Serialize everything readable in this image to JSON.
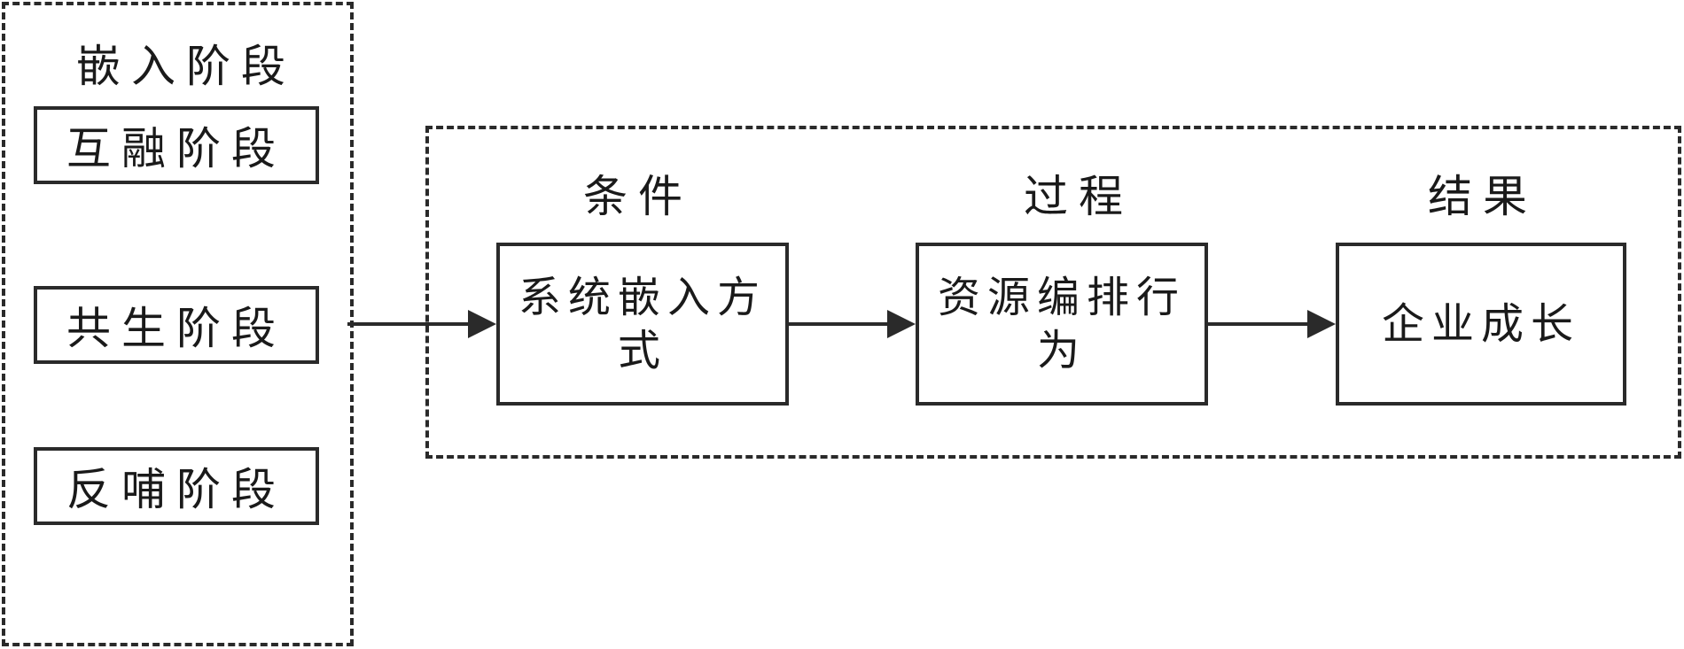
{
  "left_group": {
    "title": "嵌入阶段",
    "stages": [
      "互融阶段",
      "共生阶段",
      "反哺阶段"
    ]
  },
  "right_group": {
    "columns": [
      {
        "heading": "条件",
        "node": "系统嵌入方式"
      },
      {
        "heading": "过程",
        "node": "资源编排行为"
      },
      {
        "heading": "结果",
        "node": "企业成长"
      }
    ]
  },
  "colors": {
    "stroke": "#2a2a2a",
    "text": "#1a1a1a",
    "background": "#ffffff"
  }
}
